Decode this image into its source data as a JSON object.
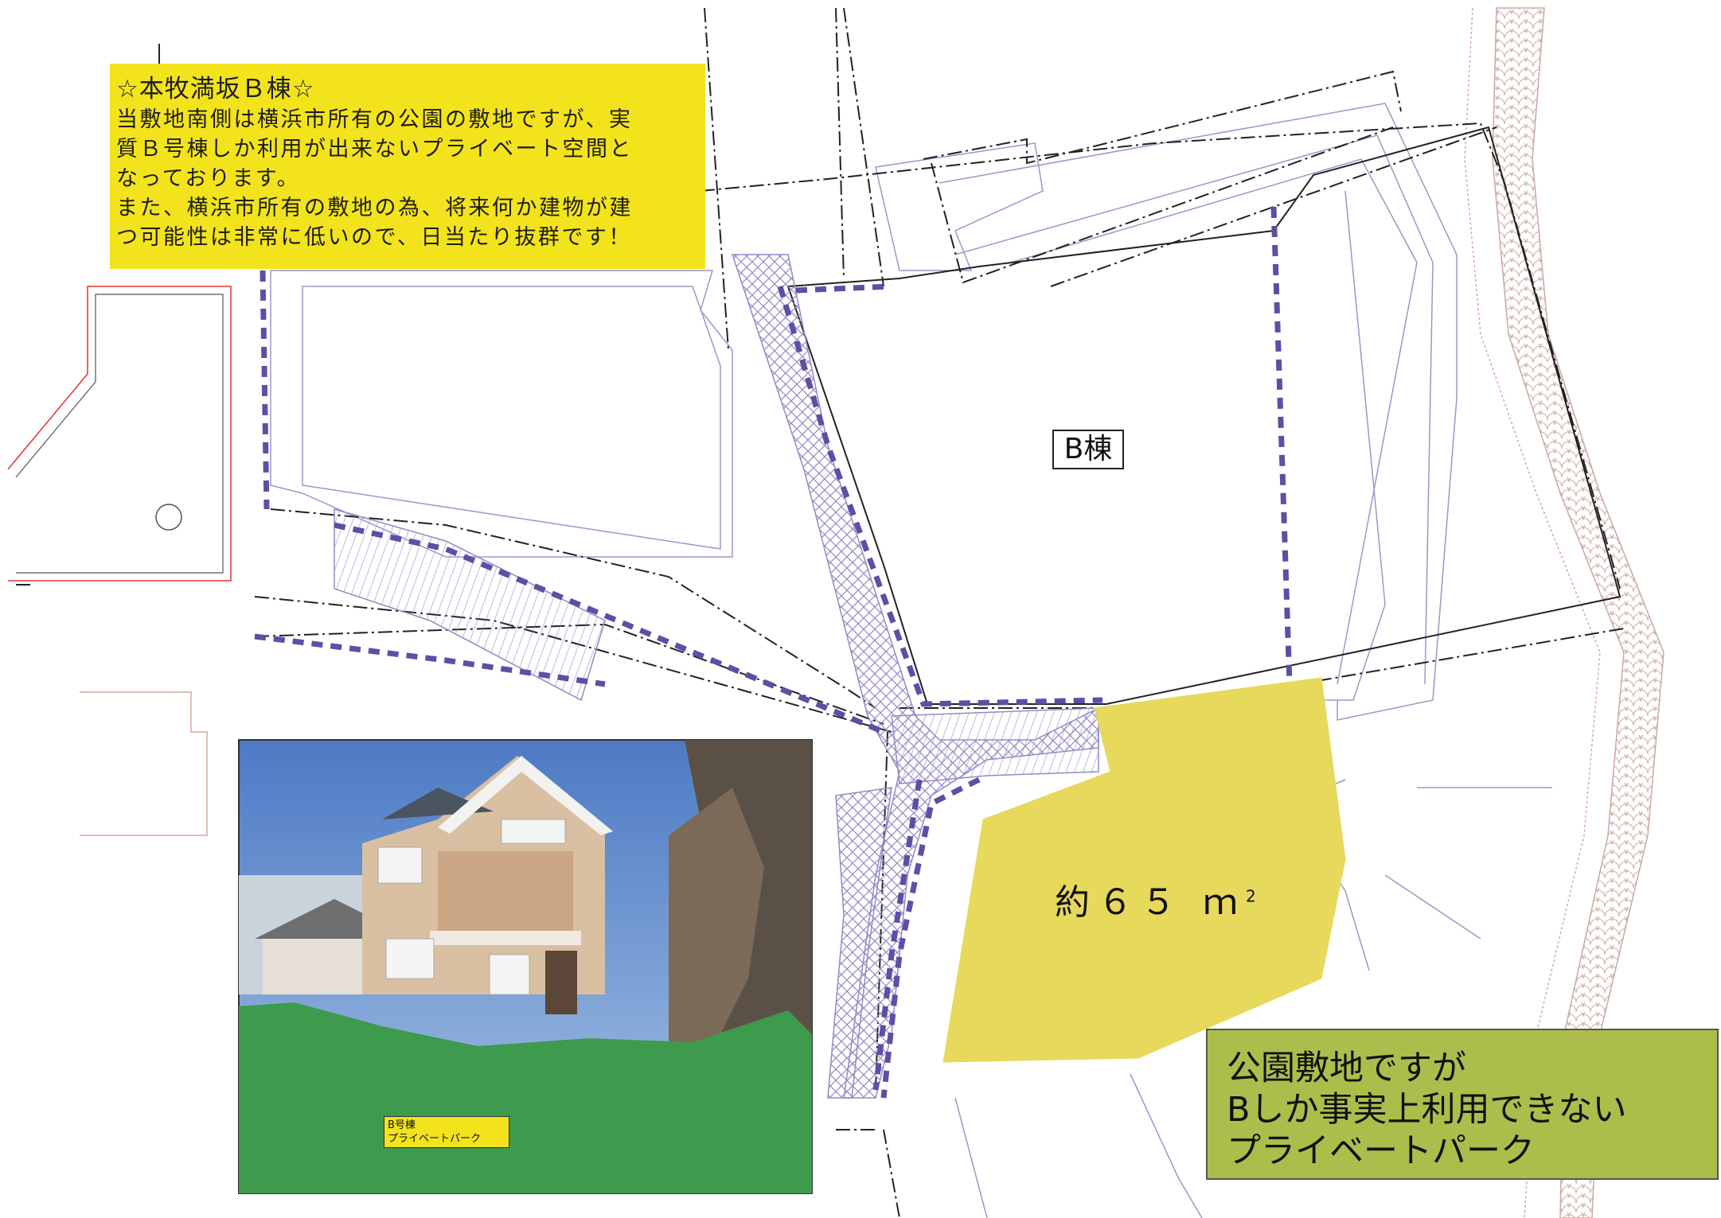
{
  "callout_top": {
    "title": "☆本牧満坂Ｂ棟☆",
    "lines": [
      "当敷地南側は横浜市所有の公園の敷地ですが、実",
      "質Ｂ号棟しか利用が出来ないプライベート空間と",
      "なっております。",
      "また、横浜市所有の敷地の為、将来何か建物が建",
      "つ可能性は非常に低いので、日当たり抜群です！"
    ]
  },
  "building_label": "B棟",
  "area_label": {
    "text": "約６５ ｍ",
    "unit_sup": "2"
  },
  "callout_bottom": {
    "lines": [
      "公園敷地ですが",
      "Bしか事実上利用できない",
      "プライベートパーク"
    ]
  },
  "photo_label": {
    "line1": "B号棟",
    "line2": "プライベートパーク"
  },
  "colors": {
    "callout_yellow": "#f3e31c",
    "park_area_yellow": "#e6d95c",
    "callout_green": "#adbd4b",
    "lawn_green": "#3e9a4c",
    "dash_purple": "#5c4fa5",
    "hatch_lines": "#9a98c8"
  }
}
